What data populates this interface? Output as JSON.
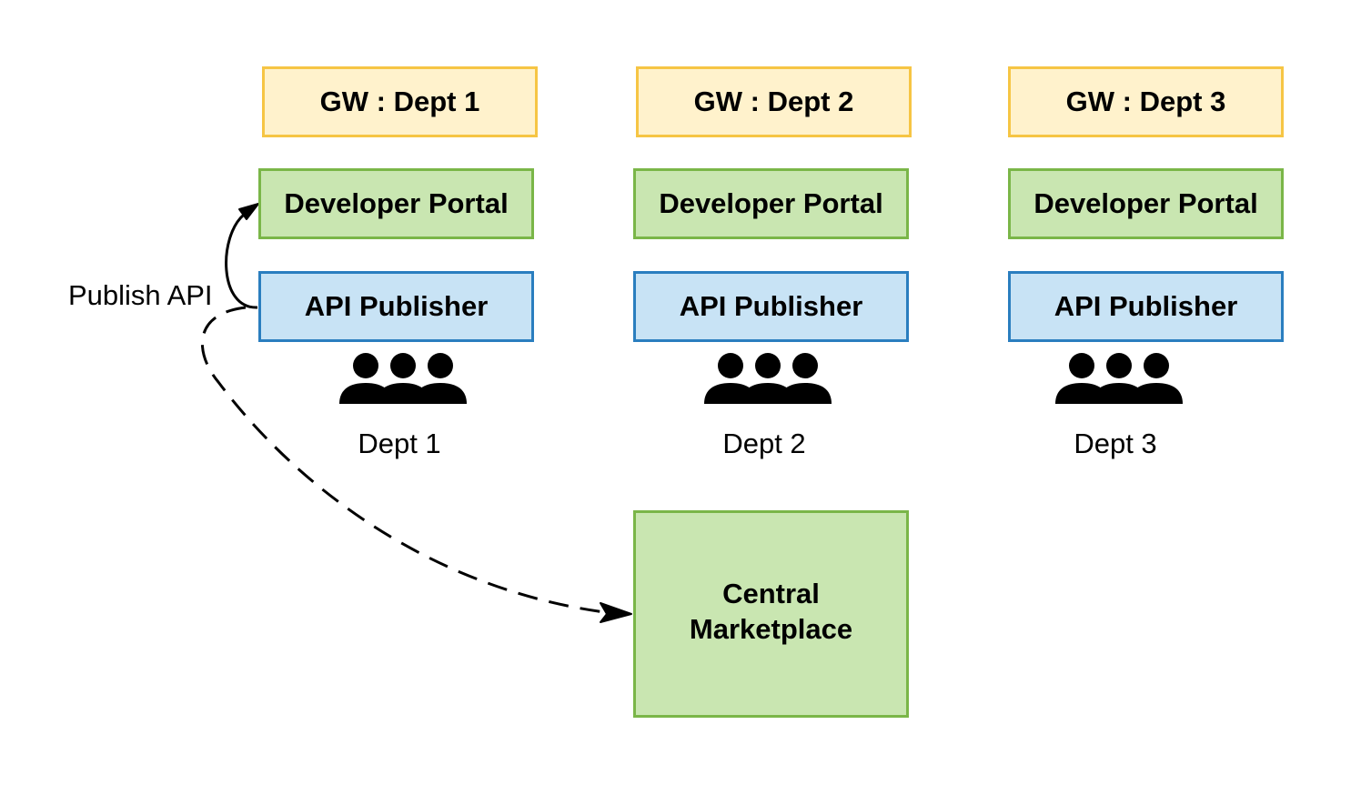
{
  "departments": [
    {
      "gateway": "GW : Dept 1",
      "portal": "Developer Portal",
      "publisher": "API Publisher",
      "team_icon": "group-of-people-icon",
      "team_label": "Dept 1"
    },
    {
      "gateway": "GW : Dept 2",
      "portal": "Developer Portal",
      "publisher": "API Publisher",
      "team_icon": "group-of-people-icon",
      "team_label": "Dept 2"
    },
    {
      "gateway": "GW : Dept 3",
      "portal": "Developer Portal",
      "publisher": "API Publisher",
      "team_icon": "group-of-people-icon",
      "team_label": "Dept 3"
    }
  ],
  "marketplace": {
    "line1": "Central",
    "line2": "Marketplace"
  },
  "edges": {
    "publish_label": "Publish API",
    "publish_to_portal": {
      "from": "API Publisher (Dept 1)",
      "to": "Developer Portal (Dept 1)",
      "style": "solid"
    },
    "publish_to_market": {
      "from": "API Publisher (Dept 1)",
      "to": "Central Marketplace",
      "style": "dashed"
    }
  },
  "colors": {
    "gateway_fill": "#fff2cc",
    "gateway_border": "#f6c544",
    "portal_fill": "#c9e6b1",
    "portal_border": "#7ab648",
    "publisher_fill": "#c8e3f5",
    "publisher_border": "#2a7ebf",
    "arrow": "#000000"
  }
}
